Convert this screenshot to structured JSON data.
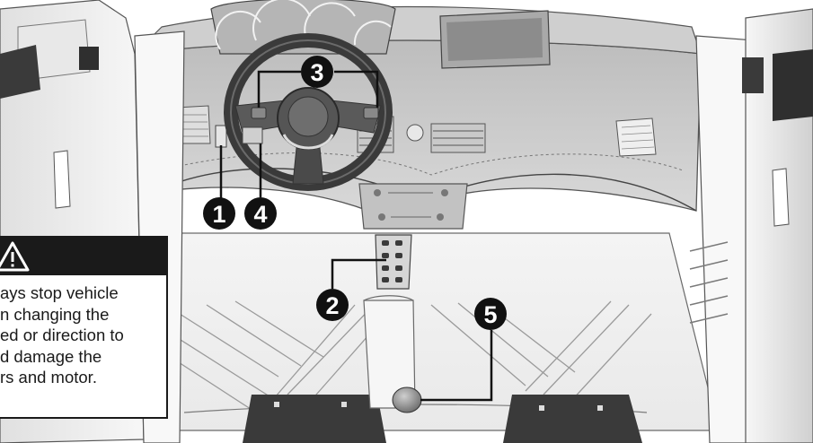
{
  "callouts": [
    {
      "id": "1",
      "label": "1"
    },
    {
      "id": "2",
      "label": "2"
    },
    {
      "id": "3",
      "label": "3"
    },
    {
      "id": "4",
      "label": "4"
    },
    {
      "id": "5",
      "label": "5"
    }
  ],
  "warning": {
    "icon": "warning-triangle-icon",
    "lines": [
      "ays stop vehicle",
      "n changing the",
      "ed or direction to",
      "d damage the",
      "rs and motor."
    ]
  },
  "colors": {
    "background": "#ffffff",
    "line": "#2a2a2a",
    "body_light": "#f2f2f2",
    "body_mid": "#d9d9d9",
    "body_dark": "#8f8f8f",
    "callout_fill": "#111111",
    "callout_text": "#ffffff",
    "warning_header": "#1a1a1a"
  }
}
